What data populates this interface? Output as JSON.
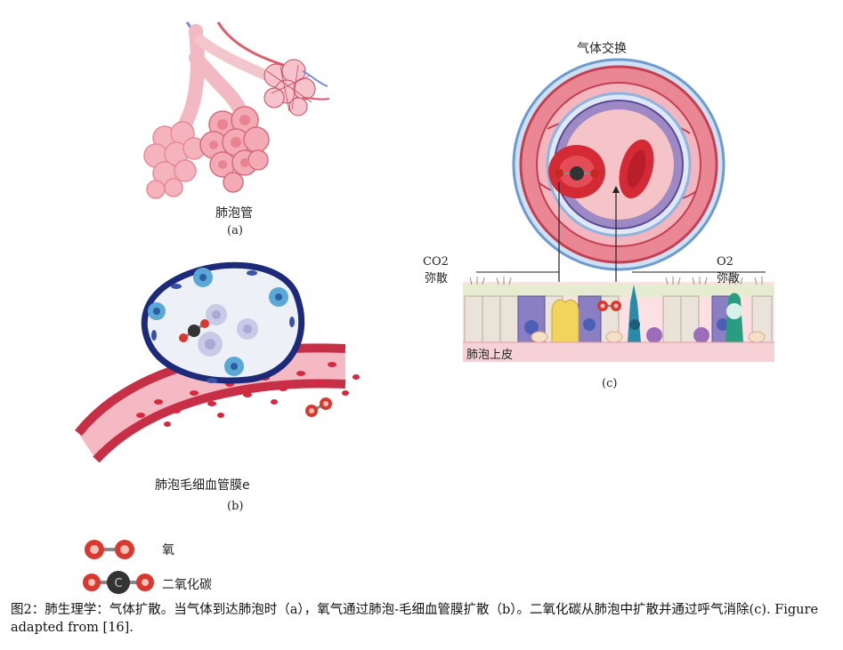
{
  "panel_a": {
    "label": "肺泡管",
    "sub": "(a)"
  },
  "panel_b": {
    "label": "肺泡毛细血管膜e",
    "sub": "(b)"
  },
  "panel_c": {
    "title": "气体交换",
    "sub": "(c)",
    "co2_line1": "CO2",
    "co2_line2": "弥散",
    "o2_line1": "O2",
    "o2_line2": "弥散",
    "epithelium": "肺泡上皮"
  },
  "legend": {
    "oxygen": "氧",
    "co2": "二氧化碳"
  },
  "caption": "图2：肺生理学：气体扩散。当气体到达肺泡时（a），氧气通过肺泡-毛细血管膜扩散（b）。二氧化碳从肺泡中扩散并通过呼气消除(c). Figure adapted from [16]."
}
